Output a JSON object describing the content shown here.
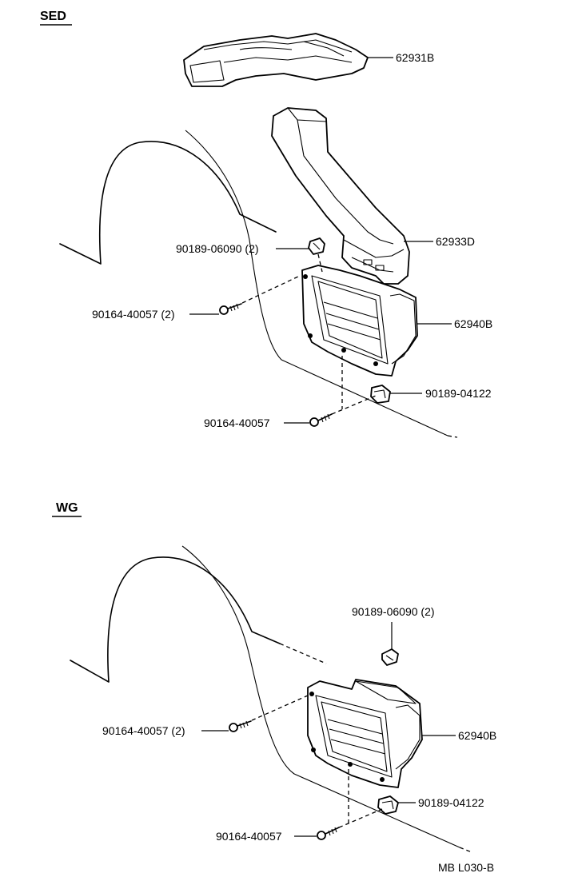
{
  "sections": [
    {
      "title": "SED"
    },
    {
      "title": "WG"
    }
  ],
  "labels": {
    "sed": [
      "62931B",
      "62933D",
      "90189-06090 (2)",
      "90164-40057 (2)",
      "62940B",
      "90189-04122",
      "90164-40057"
    ],
    "wg": [
      "90189-06090 (2)",
      "90164-40057 (2)",
      "62940B",
      "90189-04122",
      "90164-40057"
    ]
  },
  "footer": {
    "code": "MB  L030-B"
  }
}
